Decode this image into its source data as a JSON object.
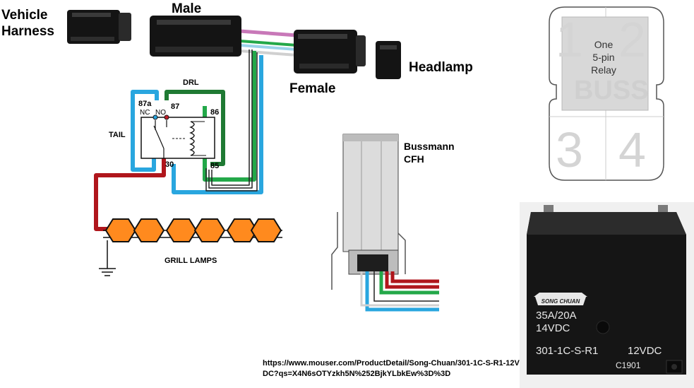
{
  "labels": {
    "vehicle_harness_line1": "Vehicle",
    "vehicle_harness_line2": "Harness",
    "male": "Male",
    "female": "Female",
    "headlamp": "Headlamp",
    "drl": "DRL",
    "tail": "TAIL",
    "grill_lamps": "GRILL LAMPS",
    "bussmann_line1": "Bussmann",
    "bussmann_line2": "CFH"
  },
  "relay_pins": {
    "p87a": "87a",
    "p87": "87",
    "p86": "86",
    "p85": "85",
    "p30": "30",
    "nc": "NC",
    "no": "NO"
  },
  "socket_diagram": {
    "digit1": "1",
    "digit2": "2",
    "digit3": "3",
    "digit4": "4",
    "line1": "One",
    "line2": "5-pin",
    "line3": "Relay",
    "watermark": "BUSS"
  },
  "relay_photo": {
    "brand": "SONG CHUAN",
    "rating_line1": "35A/20A",
    "rating_line2": "14VDC",
    "model": "301-1C-S-R1",
    "voltage": "12VDC",
    "code": "C1901"
  },
  "source_url": "https://www.mouser.com/ProductDetail/Song-Chuan/301-1C-S-R1-12VDC?qs=X4N6sOTYzkh5N%252BjkYLbkEw%3D%3D",
  "colors": {
    "wire_red": "#b0161c",
    "wire_blue": "#29a6df",
    "wire_green": "#23a849",
    "wire_dark_green": "#1f7a33",
    "wire_pink": "#c878b8",
    "lamp_orange": "#ff8a1e",
    "connector_black": "#141414",
    "relay_body_gray": "#d8d8d8"
  }
}
